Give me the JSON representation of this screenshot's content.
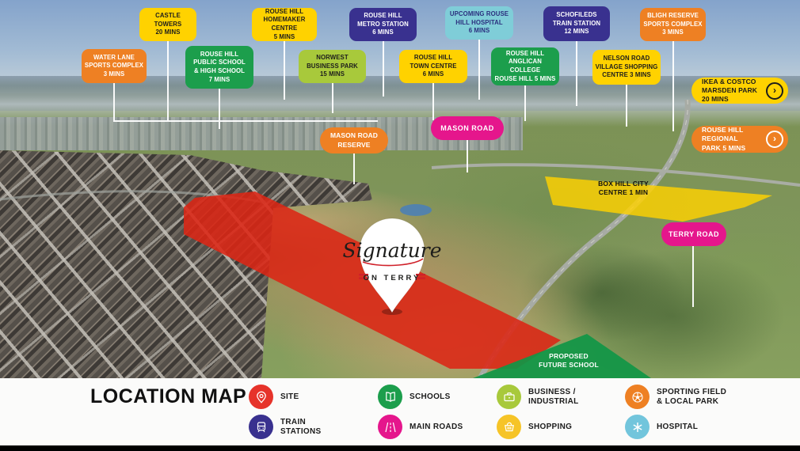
{
  "colors": {
    "yellow": "#FFD200",
    "orange": "#EE8023",
    "green": "#1C9E4C",
    "lime": "#A8C93B",
    "navy": "#39318F",
    "teal": "#7FCDD8",
    "pink": "#E5168C",
    "site_red": "#E6332A",
    "shopping_yellow": "#F6C427",
    "hospital_blue": "#72C5DC",
    "site_overlay_red": "#DC2614",
    "boxhill_overlay_yellow": "#FFD200",
    "school_overlay_green": "#109646"
  },
  "callouts": [
    {
      "id": "castle-towers",
      "label": "CASTLE TOWERS\n20 MINS"
    },
    {
      "id": "rouse-hill-homemaker-centre",
      "label": "ROUSE HILL\nHOMEMAKER CENTRE\n5 MINS"
    },
    {
      "id": "rouse-hill-metro-station",
      "label": "ROUSE HILL\nMETRO STATION\n6 MINS"
    },
    {
      "id": "upcoming-rouse-hill-hospital",
      "label": "UPCOMING ROUSE\nHILL HOSPITAL\n6 MINS"
    },
    {
      "id": "schofields-train-station",
      "label": "SCHOFILEDS\nTRAIN STATION\n12 MINS"
    },
    {
      "id": "bligh-reserve-sports-complex",
      "label": "BLIGH RESERVE\nSPORTS COMPLEX\n3 MINS"
    },
    {
      "id": "water-lane-sports-complex",
      "label": "WATER LANE\nSPORTS COMPLEX\n3 MINS"
    },
    {
      "id": "rouse-hill-public-school",
      "label": "ROUSE HILL\nPUBLIC SCHOOL\n& HIGH SCHOOL\n7 MINS"
    },
    {
      "id": "norwest-business-park",
      "label": "NORWEST\nBUSINESS PARK\n15 MINS"
    },
    {
      "id": "rouse-hill-town-centre",
      "label": "ROUSE HILL\nTOWN CENTRE\n6 MINS"
    },
    {
      "id": "rouse-hill-anglican-college",
      "label": "ROUSE HILL\nANGLICAN COLLEGE\nROUSE HILL 5 MINS"
    },
    {
      "id": "nelson-road-village-shopping-centre",
      "label": "NELSON ROAD\nVILLAGE SHOPPING\nCENTRE 3 MINS"
    }
  ],
  "arrow_pills": [
    {
      "id": "ikea-costco-marsden-park",
      "label": "IKEA & COSTCO\nMARSDEN PARK 20 MINS",
      "arrow": "›"
    },
    {
      "id": "rouse-hill-regional-park",
      "label": "ROUSE HILL REGIONAL\nPARK 5 MINS",
      "arrow": "›"
    }
  ],
  "road_pills": [
    {
      "id": "mason-road-reserve",
      "label": "MASON ROAD\nRESERVE"
    },
    {
      "id": "mason-road",
      "label": "MASON ROAD"
    },
    {
      "id": "terry-road",
      "label": "TERRY ROAD"
    }
  ],
  "map_overlays": {
    "box_hill": "BOX HILL CITY\nCENTRE 1 MIN",
    "future_school": "PROPOSED\nFUTURE SCHOOL"
  },
  "pin": {
    "brand": "Signature",
    "subtitle": "ON TERRY"
  },
  "legend": {
    "title": "LOCATION MAP",
    "items": [
      {
        "name": "site",
        "label": "SITE",
        "color": "#E6332A",
        "icon": "pin-icon"
      },
      {
        "name": "train-stations",
        "label": "TRAIN\nSTATIONS",
        "color": "#39318F",
        "icon": "train-icon"
      },
      {
        "name": "schools",
        "label": "SCHOOLS",
        "color": "#1C9E4C",
        "icon": "book-icon"
      },
      {
        "name": "main-roads",
        "label": "MAIN ROADS",
        "color": "#E5168C",
        "icon": "road-icon"
      },
      {
        "name": "business-industrial",
        "label": "BUSINESS /\nINDUSTRIAL",
        "color": "#A8C93B",
        "icon": "briefcase-icon"
      },
      {
        "name": "shopping",
        "label": "SHOPPING",
        "color": "#F6C427",
        "icon": "basket-icon"
      },
      {
        "name": "sporting-field-local-park",
        "label": "SPORTING FIELD\n& LOCAL PARK",
        "color": "#EE8023",
        "icon": "soccer-icon"
      },
      {
        "name": "hospital",
        "label": "HOSPITAL",
        "color": "#72C5DC",
        "icon": "medical-icon"
      }
    ]
  }
}
